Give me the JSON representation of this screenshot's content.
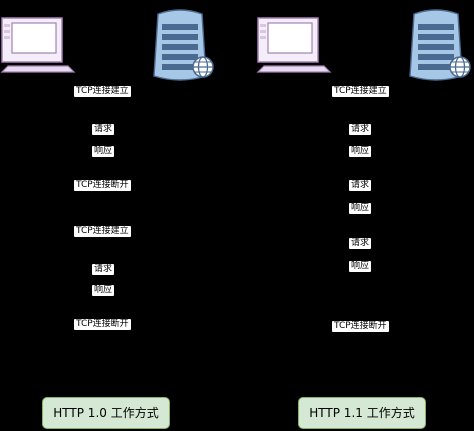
{
  "left": {
    "messages": [
      "TCP连接建立",
      "请求",
      "响应",
      "TCP连接断开",
      "TCP连接建立",
      "请求",
      "响应",
      "TCP连接断开"
    ],
    "caption": "HTTP 1.0 工作方式"
  },
  "right": {
    "messages": [
      "TCP连接建立",
      "请求",
      "响应",
      "TCP连接断开"
    ],
    "extra_messages": [
      "请求",
      "响应"
    ],
    "caption": "HTTP 1.1 工作方式"
  },
  "icons": [
    "computer-icon",
    "server-icon",
    "globe-icon"
  ],
  "colors": {
    "background": "#000000",
    "caption_fill": "#d5e8d4",
    "caption_border": "#82b366",
    "computer_frame": "#a680b8",
    "server_blue": "#a7c7e7",
    "server_dark": "#4a6a92"
  }
}
